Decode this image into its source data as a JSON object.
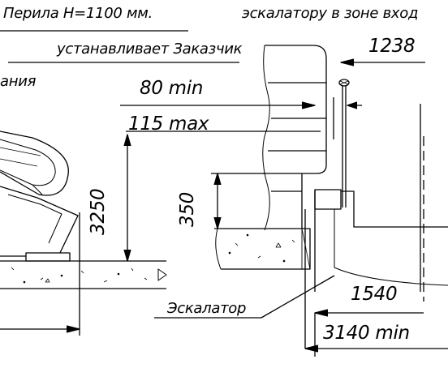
{
  "labels": {
    "railing": "Перила H=1100 мм.",
    "installer": "устанавливает Заказчик",
    "cut_word": "ания",
    "escalator_zone": "эскалатору в зоне вход",
    "escalator": "Эскалатор"
  },
  "dimensions": {
    "d1238": "1238",
    "d80min": "80 min",
    "d115max": "115 max",
    "d3250": "3250",
    "d350": "350",
    "d1540": "1540",
    "d3140min": "3140 min"
  },
  "colors": {
    "line": "#000000",
    "background": "#ffffff"
  }
}
